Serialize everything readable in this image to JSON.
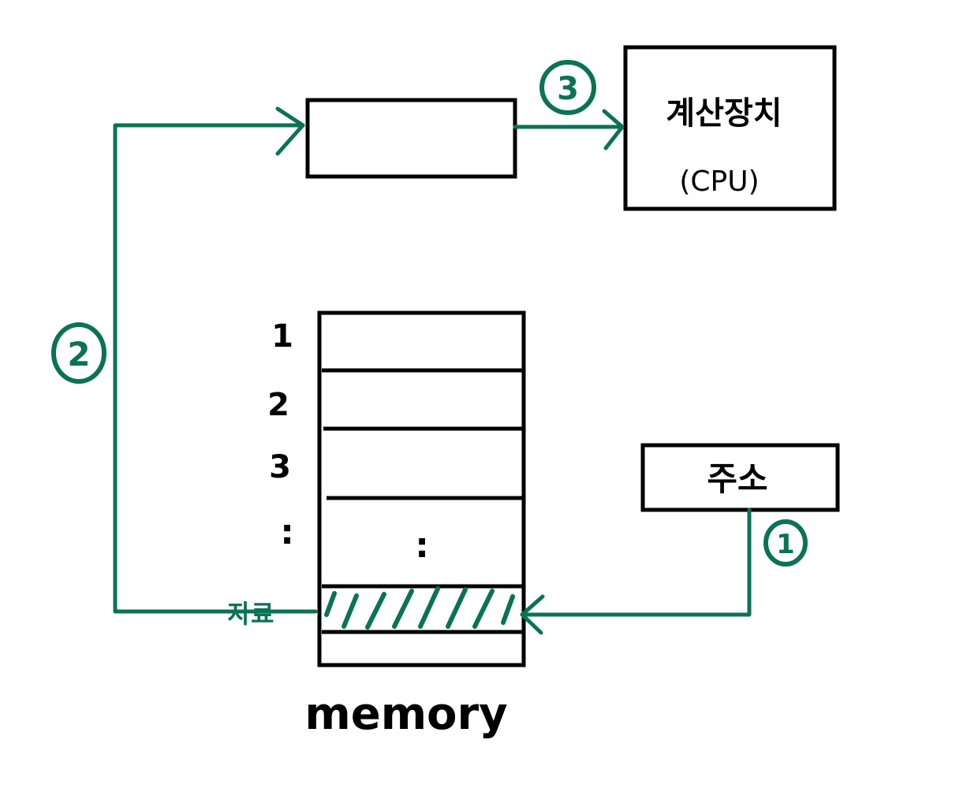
{
  "colors": {
    "ink": "#000000",
    "accent": "#0b7355",
    "background": "#ffffff"
  },
  "cpu_box": {
    "line1": "계산장치",
    "line2": "(CPU)"
  },
  "address_box": {
    "label": "주소"
  },
  "memory": {
    "caption": "memory",
    "row_labels": [
      "1",
      "2",
      "3",
      ":"
    ],
    "ellipsis": ":"
  },
  "steps": {
    "step1": "1",
    "step2": "2",
    "step3": "3",
    "data_label": "자료"
  }
}
